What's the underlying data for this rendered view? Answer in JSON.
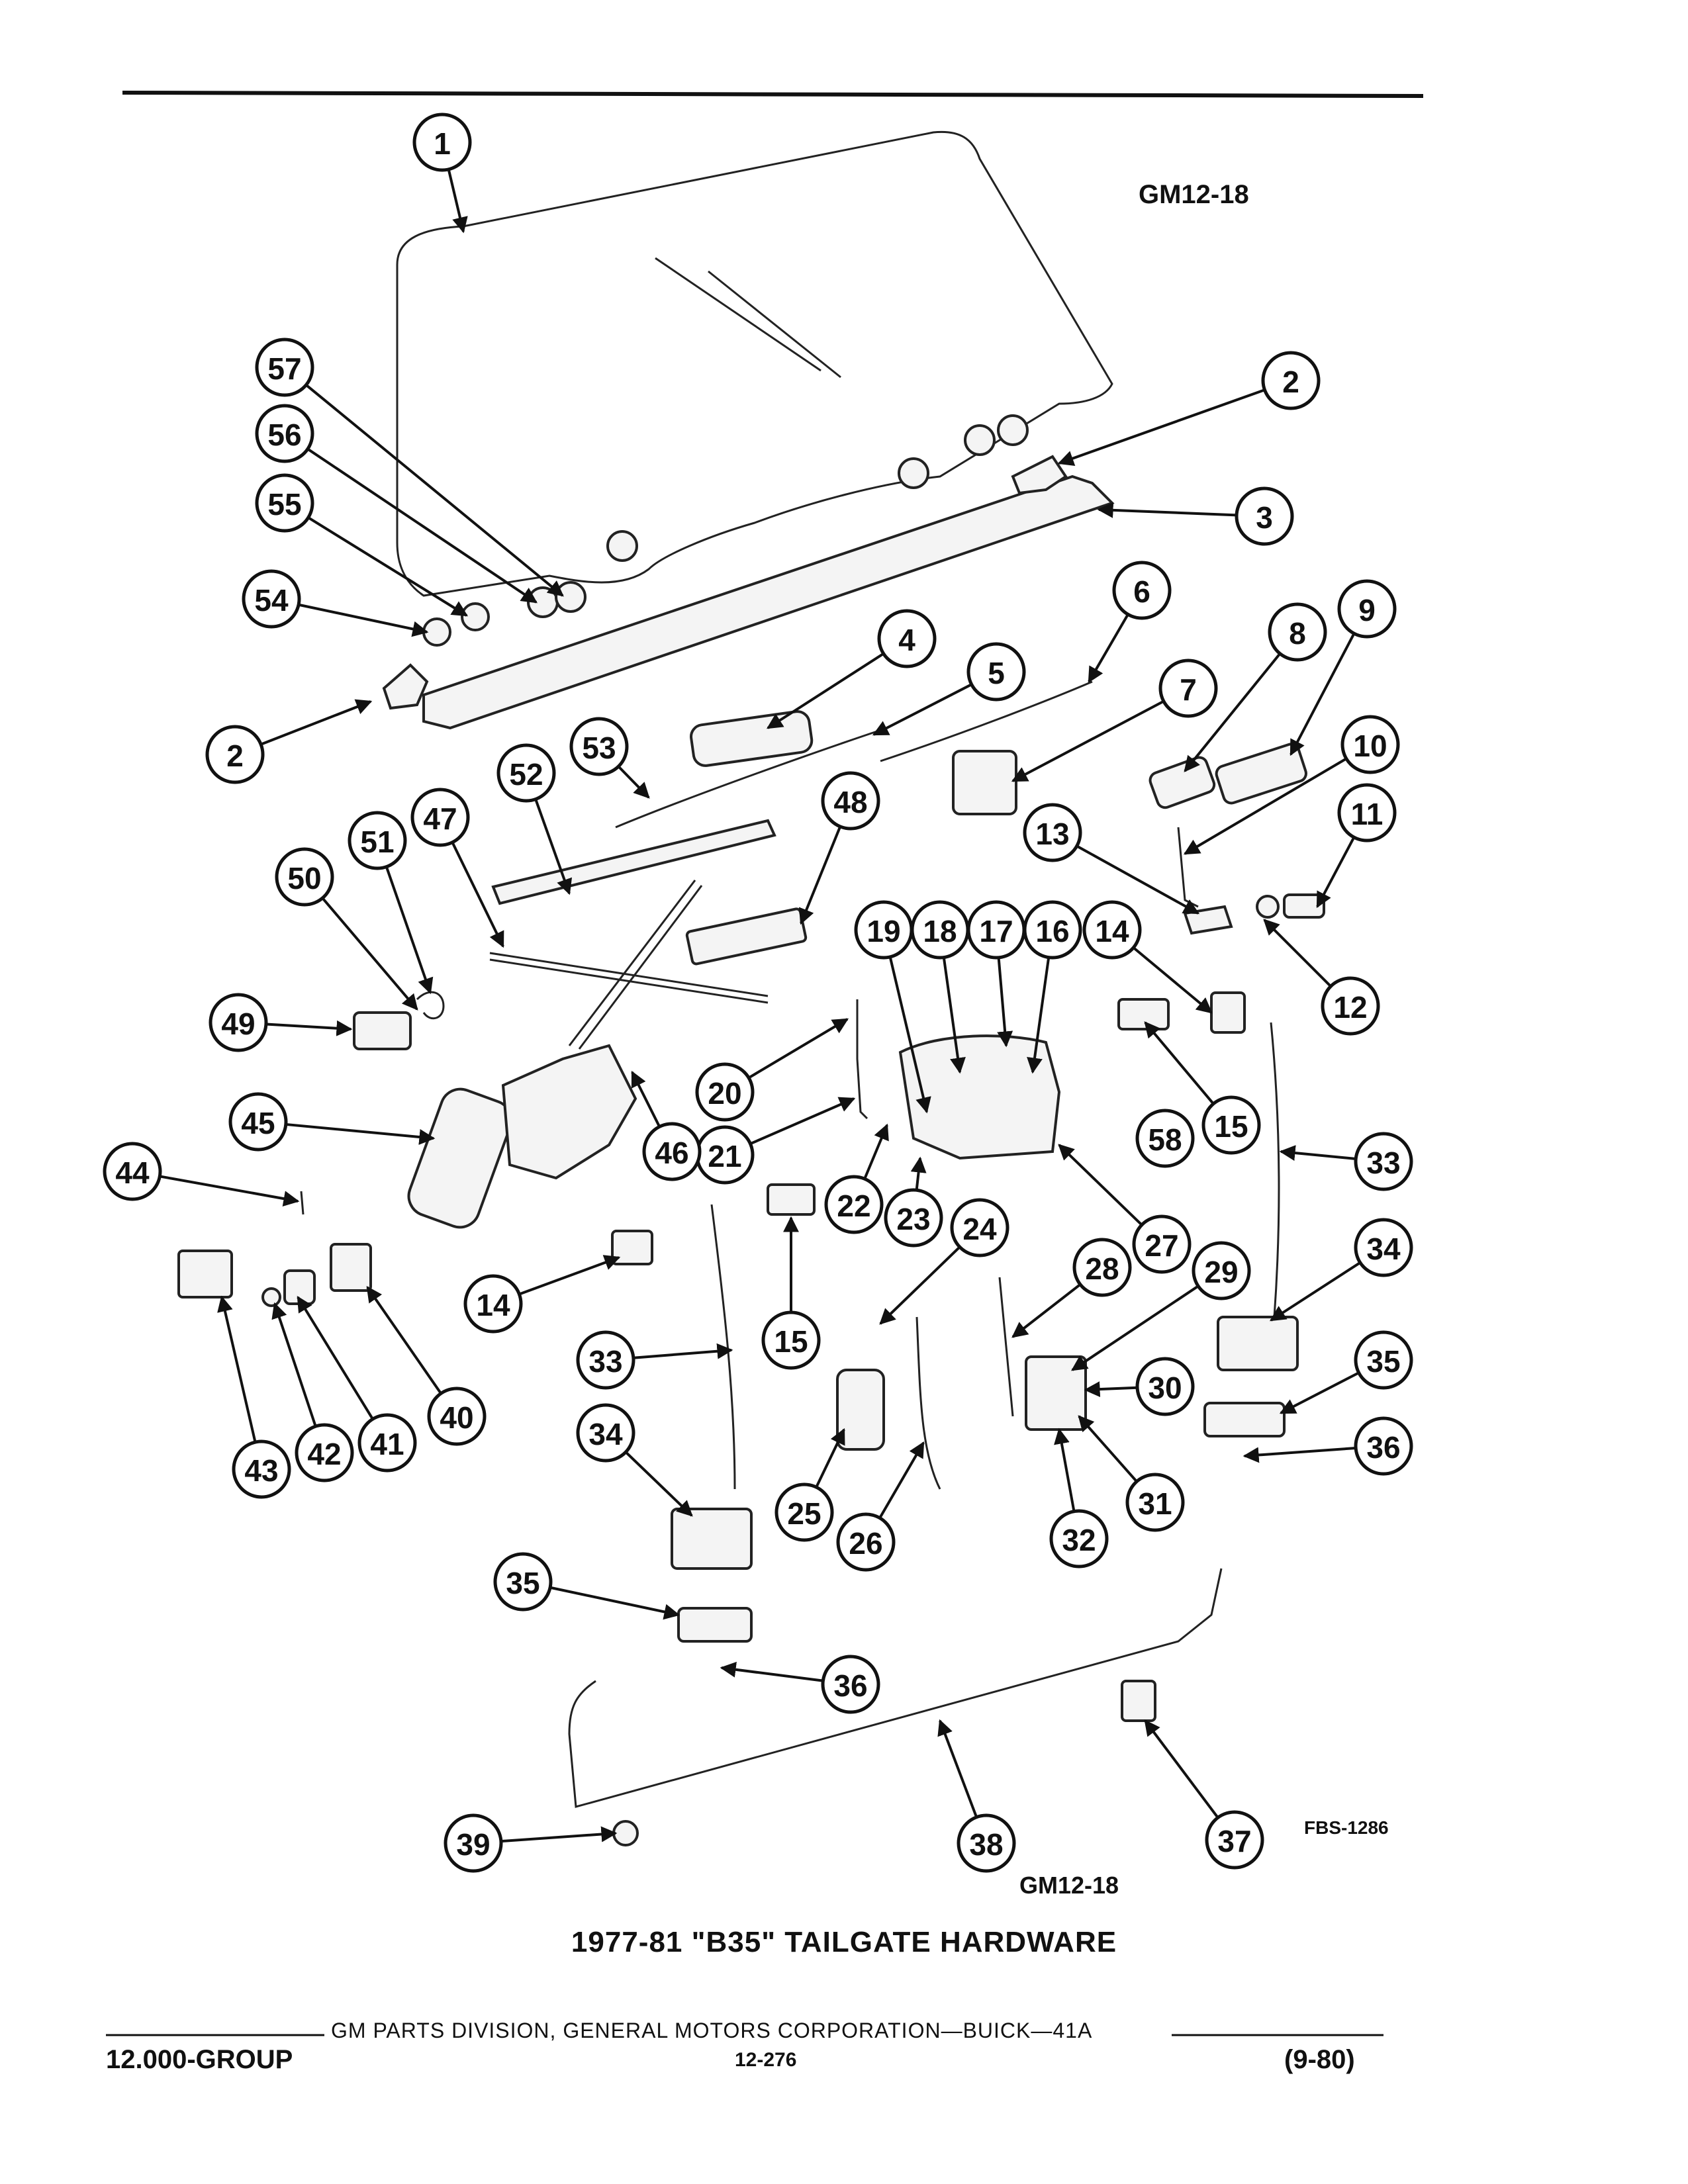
{
  "figure": {
    "id_top": "GM12-18",
    "id_bottom": "GM12-18",
    "drawing_number": "FBS-1286",
    "title": "1977-81 \"B35\" TAILGATE HARDWARE"
  },
  "footer": {
    "publisher": "GM PARTS DIVISION, GENERAL MOTORS CORPORATION—BUICK—41A",
    "group": "12.000-GROUP",
    "page": "12-276",
    "date": "(9-80)"
  },
  "callouts": [
    "1",
    "2",
    "2",
    "3",
    "4",
    "5",
    "6",
    "7",
    "8",
    "9",
    "10",
    "11",
    "12",
    "13",
    "14",
    "14",
    "15",
    "15",
    "16",
    "17",
    "18",
    "19",
    "20",
    "21",
    "22",
    "23",
    "24",
    "25",
    "26",
    "27",
    "28",
    "29",
    "30",
    "31",
    "32",
    "33",
    "33",
    "34",
    "34",
    "35",
    "35",
    "36",
    "36",
    "37",
    "38",
    "39",
    "40",
    "41",
    "42",
    "43",
    "44",
    "45",
    "46",
    "47",
    "48",
    "49",
    "50",
    "51",
    "52",
    "53",
    "54",
    "55",
    "56",
    "57",
    "58"
  ]
}
